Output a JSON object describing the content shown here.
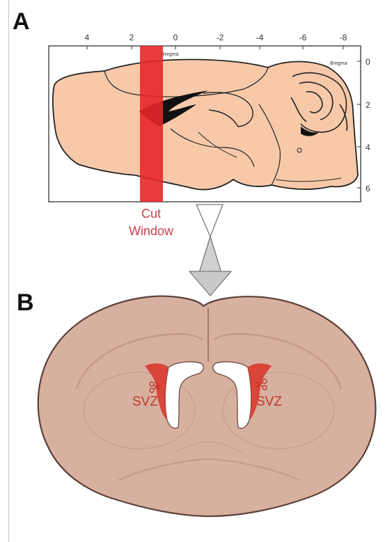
{
  "panel_a": {
    "label": "A",
    "top_axis_ticks": [
      "4",
      "2",
      "0",
      "-2",
      "-4",
      "-6",
      "-8"
    ],
    "right_axis_ticks": [
      "0",
      "2",
      "4",
      "6"
    ],
    "bregma_top": "Bregma",
    "bregma_right": "Bregma",
    "cut_window_line1": "Cut",
    "cut_window_line2": "Window"
  },
  "panel_b": {
    "label": "B",
    "svz_left": "SVZ",
    "svz_right": "SVZ"
  },
  "colors": {
    "brain_sagittal": "#f7c9a9",
    "cut_window": "#e8262a",
    "cut_window_label": "#c84049",
    "coronal_tissue": "#d8b0a0",
    "svz_highlight": "#d93a2e"
  }
}
